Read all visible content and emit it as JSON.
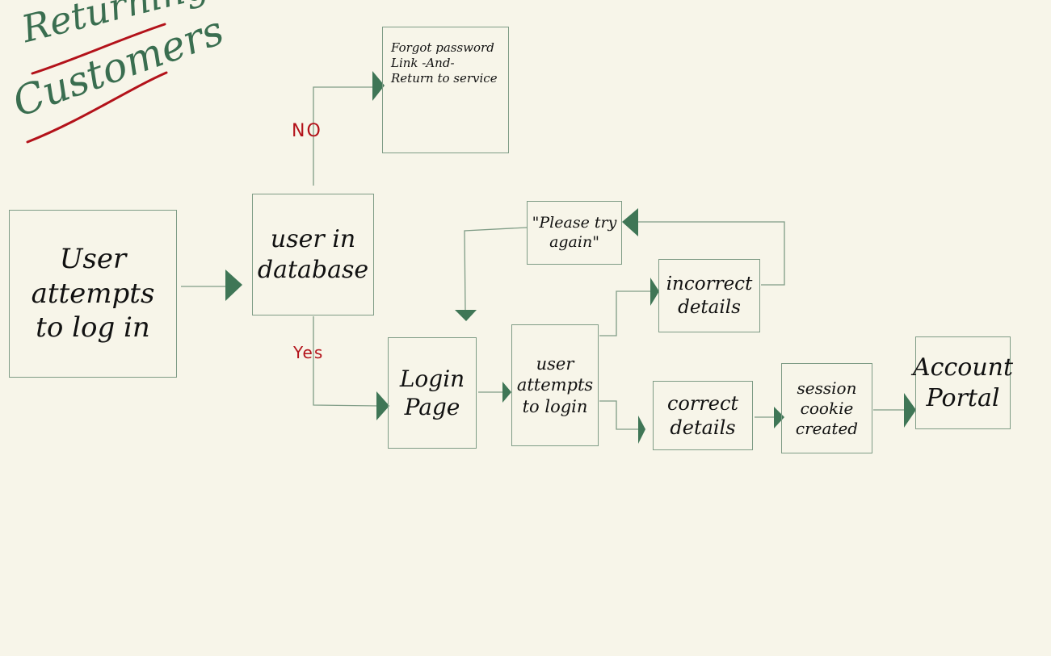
{
  "title": {
    "line1": "Returning",
    "line2": "Customers",
    "underline_color": "#b3121a",
    "text_color": "#3a6e50"
  },
  "nodes": {
    "start": "User attempts to log in",
    "db_check": "user in database",
    "forgot": "Forgot password Link -And- Return to service",
    "please_try": "\"Please try again\"",
    "incorrect": "incorrect details",
    "login_page": "Login Page",
    "attempt_login": "user attempts to login",
    "correct": "correct details",
    "session": "session cookie created",
    "portal": "Account Portal"
  },
  "edge_labels": {
    "no": "NO",
    "yes": "Yes"
  },
  "colors": {
    "background": "#f7f5e9",
    "box_border": "#7f9c86",
    "arrow": "#3f7656",
    "decision_label": "#b3121a"
  }
}
